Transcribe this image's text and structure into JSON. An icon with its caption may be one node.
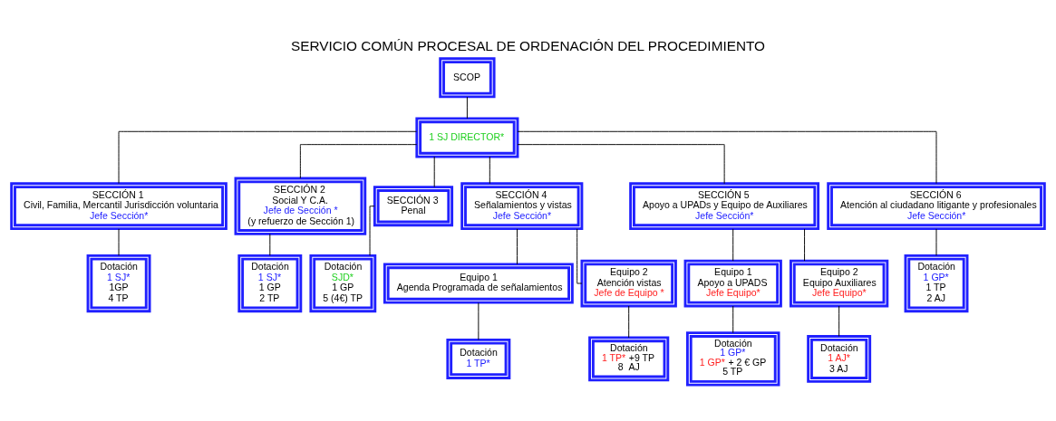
{
  "diagram": {
    "title": "SERVICIO COMÚN PROCESAL DE ORDENACIÓN DEL PROCEDIMIENTO",
    "nodes": [
      {
        "text": [
          "SCOP"
        ]
      },
      {
        "text": [
          "1 SJ DIRECTOR*"
        ]
      },
      {
        "text": [
          "SECCIÓN 1",
          "Civil, Familia, Mercantil Jurisdicción voluntaria",
          "Jefe Sección*"
        ]
      },
      {
        "text": [
          "SECCIÓN 2",
          "Social Y C.A.",
          "Jefe de Sección *",
          "(y refuerzo de Sección 1)"
        ]
      },
      {
        "text": [
          "SECCIÓN 3",
          "Penal"
        ]
      },
      {
        "text": [
          "SECCIÓN 4",
          "Señalamientos y vistas",
          "Jefe Sección*"
        ]
      },
      {
        "text": [
          "SECCIÓN 5",
          "Apoyo a UPADs y Equipo de Auxiliares",
          "Jefe Sección*"
        ]
      },
      {
        "text": [
          "SECCIÓN 6",
          "Atención al ciudadano litigante y profesionales",
          "Jefe Sección*"
        ]
      },
      {
        "text": [
          "Dotación",
          "1 SJ*",
          "1GP",
          "4 TP"
        ]
      },
      {
        "text": [
          "Dotación",
          "1 SJ*",
          "1 GP",
          "2 TP"
        ]
      },
      {
        "text": [
          "Dotación",
          "SJD*",
          "1 GP",
          "5 (4€) TP"
        ]
      },
      {
        "text": [
          "Equipo 1",
          "Agenda Programada de señalamientos"
        ]
      },
      {
        "text": [
          "Equipo 2",
          "Atención vistas",
          "Jefe de Equipo *"
        ]
      },
      {
        "text": [
          "Equipo 1",
          "Apoyo a UPADS",
          "Jefe Equipo*"
        ]
      },
      {
        "text": [
          "Equipo 2",
          "Equipo Auxiliares",
          "Jefe Equipo*"
        ]
      },
      {
        "text": [
          "Dotación",
          "1 GP*",
          "1 TP",
          "2 AJ"
        ]
      },
      {
        "text": [
          "Dotación",
          "1 TP*"
        ]
      },
      {
        "text": [
          "Dotación",
          "1 TP* +9 TP",
          "8  AJ"
        ]
      },
      {
        "text": [
          "Dotación",
          "1 GP*",
          "1 GP* + 2 € GP",
          "5 TP"
        ]
      },
      {
        "text": [
          "Dotación",
          "1 AJ*",
          "3 AJ"
        ]
      }
    ],
    "edges": [
      {
        "from": 0,
        "to": 1,
        "arrow": "none"
      },
      {
        "from": 1,
        "to": 2,
        "arrow": "none"
      },
      {
        "from": 1,
        "to": 3,
        "arrow": "none"
      },
      {
        "from": 1,
        "to": 4,
        "arrow": "none"
      },
      {
        "from": 1,
        "to": 5,
        "arrow": "none"
      },
      {
        "from": 1,
        "to": 6,
        "arrow": "none"
      },
      {
        "from": 1,
        "to": 7,
        "arrow": "none"
      },
      {
        "from": 2,
        "to": 8,
        "arrow": "none"
      },
      {
        "from": 3,
        "to": 9,
        "arrow": "none"
      },
      {
        "from": 4,
        "to": 10,
        "arrow": "none"
      },
      {
        "from": 5,
        "to": 11,
        "arrow": "none"
      },
      {
        "from": 5,
        "to": 12,
        "arrow": "none"
      },
      {
        "from": 6,
        "to": 13,
        "arrow": "none"
      },
      {
        "from": 6,
        "to": 14,
        "arrow": "none"
      },
      {
        "from": 7,
        "to": 15,
        "arrow": "none"
      },
      {
        "from": 11,
        "to": 16,
        "arrow": "none"
      },
      {
        "from": 12,
        "to": 17,
        "arrow": "none"
      },
      {
        "from": 13,
        "to": 18,
        "arrow": "none"
      },
      {
        "from": 14,
        "to": 19,
        "arrow": "none"
      }
    ]
  }
}
